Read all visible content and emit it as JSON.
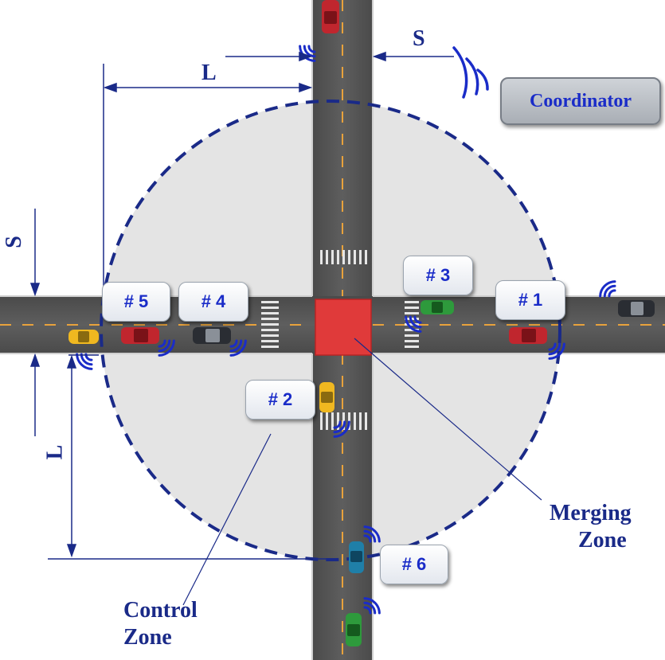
{
  "coordinator": {
    "label": "Coordinator"
  },
  "vehicle_tags": [
    "# 1",
    "# 2",
    "# 3",
    "# 4",
    "# 5",
    "# 6"
  ],
  "dimensions": {
    "L_top": "L",
    "S_top": "S",
    "S_left": "S",
    "L_left": "L"
  },
  "zones": {
    "merging_line1": "Merging",
    "merging_line2": "Zone",
    "control_line1": "Control",
    "control_line2": "Zone"
  },
  "colors": {
    "road": "#585858",
    "zone_fill": "#e4e4e4",
    "boundary": "#1a2a88",
    "merging_zone": "#e03a3a",
    "lane_marking": "#e8a23c",
    "tag_text": "#1a2cc8"
  }
}
